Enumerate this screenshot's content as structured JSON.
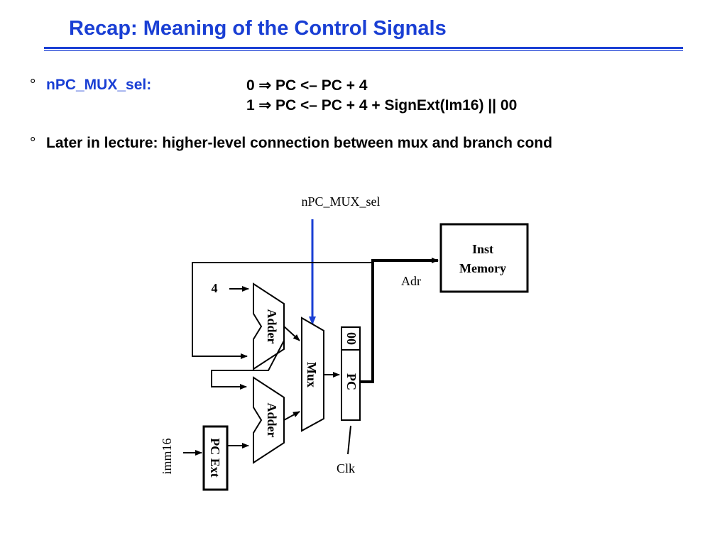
{
  "slide": {
    "title": "Recap: Meaning of the Control Signals",
    "bullet_marker": "°",
    "bullet1": {
      "label": "nPC_MUX_sel:",
      "line1": "0 ⇒ PC <– PC + 4",
      "line2": "1 ⇒ PC <– PC + 4 + SignExt(Im16) || 00"
    },
    "bullet2": {
      "text": "Later in lecture: higher-level connection between mux and branch cond"
    }
  },
  "colors": {
    "accent": "#1a3fd4",
    "rule": "#1a3fd4",
    "ink": "#000000"
  },
  "diagram": {
    "control_signal_label": "nPC_MUX_sel",
    "inst_memory_label_line1": "Inst",
    "inst_memory_label_line2": "Memory",
    "adr_label": "Adr",
    "const_four": "4",
    "adder_top_label": "Adder",
    "adder_bottom_label": "Adder",
    "mux_label": "Mux",
    "pc_suffix_label": "00",
    "pc_label": "PC",
    "clk_label": "Clk",
    "imm_label": "imm16",
    "pc_ext_label": "PC Ext"
  }
}
